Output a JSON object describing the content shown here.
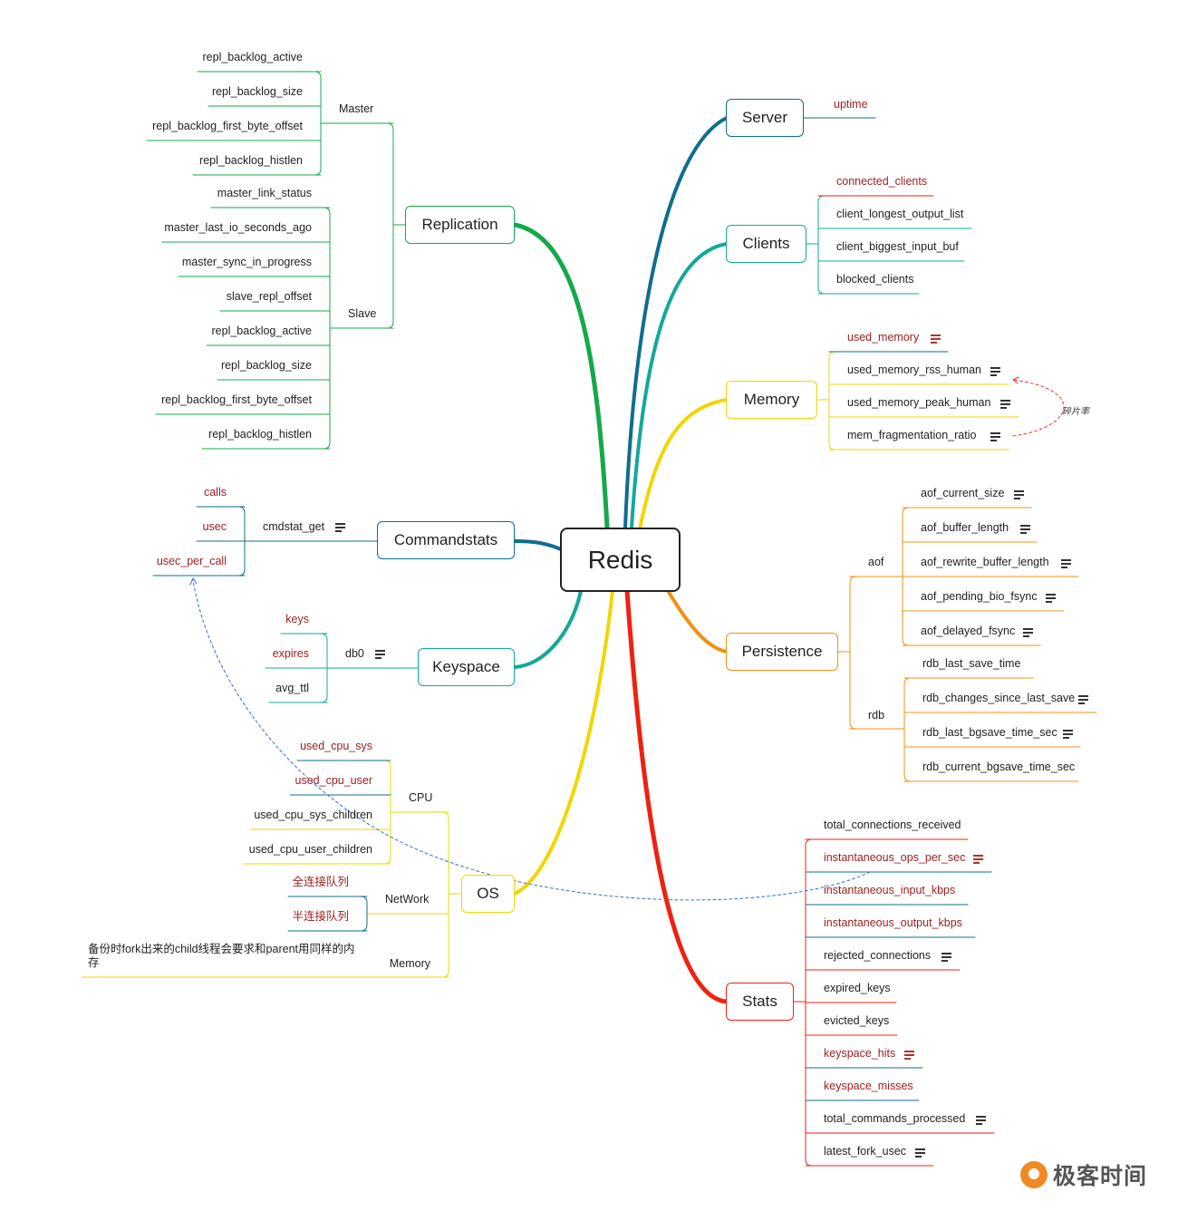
{
  "root": "Redis",
  "colors": {
    "replication": "#15a84a",
    "server": "#0f6d8e",
    "clients": "#12a99a",
    "memory": "#f2d600",
    "persistence": "#f39012",
    "stats": "#ee2211",
    "commandstats": "#0f6d8e",
    "keyspace": "#12a99a",
    "os": "#f2d600",
    "highlight_text": "#9b1c1c",
    "annotation_red": "#e03535",
    "annotation_blue": "#3870d6"
  },
  "branches": {
    "replication": {
      "label": "Replication",
      "master": {
        "label": "Master",
        "items": [
          "repl_backlog_active",
          "repl_backlog_size",
          "repl_backlog_first_byte_offset",
          "repl_backlog_histlen"
        ]
      },
      "slave": {
        "label": "Slave",
        "items": [
          "master_link_status",
          "master_last_io_seconds_ago",
          "master_sync_in_progress",
          "slave_repl_offset",
          "repl_backlog_active",
          "repl_backlog_size",
          "repl_backlog_first_byte_offset",
          "repl_backlog_histlen"
        ]
      }
    },
    "server": {
      "label": "Server",
      "items": [
        "uptime"
      ]
    },
    "clients": {
      "label": "Clients",
      "items": [
        "connected_clients",
        "client_longest_output_list",
        "client_biggest_input_buf",
        "blocked_clients"
      ]
    },
    "memory": {
      "label": "Memory",
      "items": [
        "used_memory",
        "used_memory_rss_human",
        "used_memory_peak_human",
        "mem_fragmentation_ratio"
      ],
      "relation_label": "碎片率"
    },
    "persistence": {
      "label": "Persistence",
      "aof": {
        "label": "aof",
        "items": [
          "aof_current_size",
          "aof_buffer_length",
          "aof_rewrite_buffer_length",
          "aof_pending_bio_fsync",
          "aof_delayed_fsync"
        ]
      },
      "rdb": {
        "label": "rdb",
        "items": [
          "rdb_last_save_time",
          "rdb_changes_since_last_save",
          "rdb_last_bgsave_time_sec",
          "rdb_current_bgsave_time_sec"
        ]
      }
    },
    "stats": {
      "label": "Stats",
      "items": [
        "total_connections_received",
        "instantaneous_ops_per_sec",
        "instantaneous_input_kbps",
        "instantaneous_output_kbps",
        "rejected_connections",
        "expired_keys",
        "evicted_keys",
        "keyspace_hits",
        "keyspace_misses",
        "total_commands_processed",
        "latest_fork_usec"
      ]
    },
    "commandstats": {
      "label": "Commandstats",
      "sub": "cmdstat_get",
      "items": [
        "calls",
        "usec",
        "usec_per_call"
      ]
    },
    "keyspace": {
      "label": "Keyspace",
      "sub": "db0",
      "items": [
        "keys",
        "expires",
        "avg_ttl"
      ]
    },
    "os": {
      "label": "OS",
      "cpu": {
        "label": "CPU",
        "items": [
          "used_cpu_sys",
          "used_cpu_user",
          "used_cpu_sys_children",
          "used_cpu_user_children"
        ]
      },
      "network": {
        "label": "NetWork",
        "items": [
          "全连接队列",
          "半连接队列"
        ]
      },
      "memory": {
        "label": "Memory",
        "note": "备份时fork出来的child线程会要求和parent用同样的内存"
      }
    }
  },
  "logo": "极客时间"
}
